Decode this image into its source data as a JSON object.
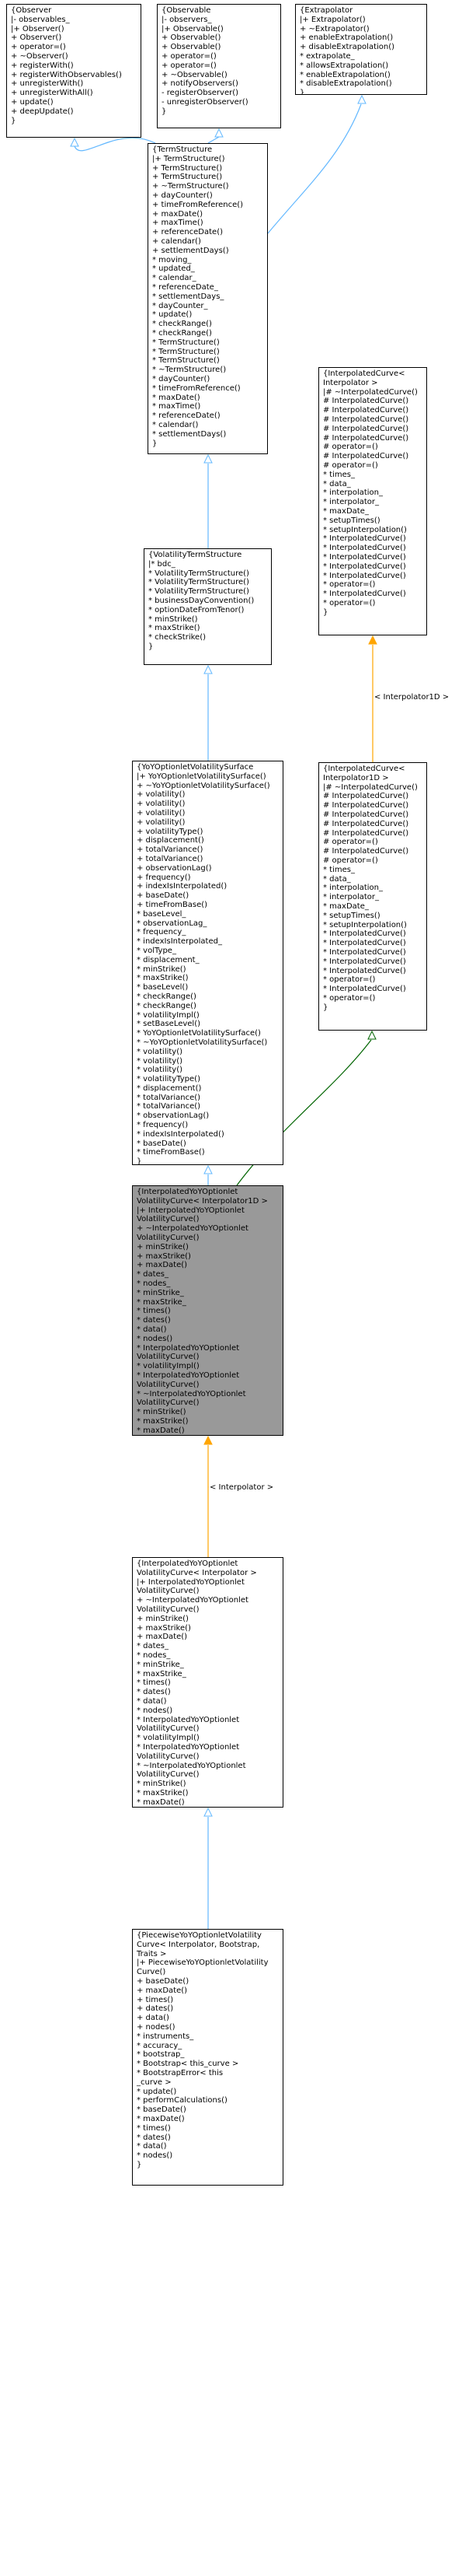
{
  "colors": {
    "inheritance": "#63B8FF",
    "template_instance": "#FFA500",
    "realization": "#006400",
    "highlight_fill": "#999999",
    "node_fill": "#FFFFFF",
    "border": "#000000"
  },
  "nodes": [
    {
      "id": "observer",
      "lines": [
        "{Observer",
        "|- observables_",
        "|+ Observer()",
        "+ Observer()",
        "+ operator=()",
        "+ ~Observer()",
        "+ registerWith()",
        "+ registerWithObservables()",
        "+ unregisterWith()",
        "+ unregisterWithAll()",
        "+ update()",
        "+ deepUpdate()",
        "}"
      ]
    },
    {
      "id": "observable",
      "lines": [
        "{Observable",
        "|- observers_",
        "|+ Observable()",
        "+ Observable()",
        "+ Observable()",
        "+ operator=()",
        "+ operator=()",
        "+ ~Observable()",
        "+ notifyObservers()",
        "- registerObserver()",
        "- unregisterObserver()",
        "}"
      ]
    },
    {
      "id": "extrapolator",
      "lines": [
        "{Extrapolator",
        "|+ Extrapolator()",
        "+ ~Extrapolator()",
        "+ enableExtrapolation()",
        "+ disableExtrapolation()",
        "* extrapolate_",
        "* allowsExtrapolation()",
        "* enableExtrapolation()",
        "* disableExtrapolation()",
        "}"
      ]
    },
    {
      "id": "termstructure",
      "lines": [
        "{TermStructure",
        "|+ TermStructure()",
        "+ TermStructure()",
        "+ TermStructure()",
        "+ ~TermStructure()",
        "+ dayCounter()",
        "+ timeFromReference()",
        "+ maxDate()",
        "+ maxTime()",
        "+ referenceDate()",
        "+ calendar()",
        "+ settlementDays()",
        "* moving_",
        "* updated_",
        "* calendar_",
        "* referenceDate_",
        "* settlementDays_",
        "* dayCounter_",
        "* update()",
        "* checkRange()",
        "* checkRange()",
        "* TermStructure()",
        "* TermStructure()",
        "* TermStructure()",
        "* ~TermStructure()",
        "* dayCounter()",
        "* timeFromReference()",
        "* maxDate()",
        "* maxTime()",
        "* referenceDate()",
        "* calendar()",
        "* settlementDays()",
        "}"
      ]
    },
    {
      "id": "volts",
      "lines": [
        "{VolatilityTermStructure",
        "|* bdc_",
        "* VolatilityTermStructure()",
        "* VolatilityTermStructure()",
        "* VolatilityTermStructure()",
        "* businessDayConvention()",
        "* optionDateFromTenor()",
        "* minStrike()",
        "* maxStrike()",
        "* checkStrike()",
        "}"
      ]
    },
    {
      "id": "yoysurface",
      "lines": [
        "{YoYOptionletVolatilitySurface",
        "|+ YoYOptionletVolatilitySurface()",
        "+ ~YoYOptionletVolatilitySurface()",
        "+ volatility()",
        "+ volatility()",
        "+ volatility()",
        "+ volatility()",
        "+ volatilityType()",
        "+ displacement()",
        "+ totalVariance()",
        "+ totalVariance()",
        "+ observationLag()",
        "+ frequency()",
        "+ indexIsInterpolated()",
        "+ baseDate()",
        "+ timeFromBase()",
        "* baseLevel_",
        "* observationLag_",
        "* frequency_",
        "* indexIsInterpolated_",
        "* volType_",
        "* displacement_",
        "* minStrike()",
        "* maxStrike()",
        "* baseLevel()",
        "* checkRange()",
        "* checkRange()",
        "* volatilityImpl()",
        "* setBaseLevel()",
        "* YoYOptionletVolatilitySurface()",
        "* ~YoYOptionletVolatilitySurface()",
        "* volatility()",
        "* volatility()",
        "* volatility()",
        "* volatilityType()",
        "* displacement()",
        "* totalVariance()",
        "* totalVariance()",
        "* observationLag()",
        "* frequency()",
        "* indexIsInterpolated()",
        "* baseDate()",
        "* timeFromBase()",
        "}"
      ]
    },
    {
      "id": "interpcurve_top",
      "lines": [
        "{InterpolatedCurve<",
        " Interpolator >",
        "|# ~InterpolatedCurve()",
        "# InterpolatedCurve()",
        "# InterpolatedCurve()",
        "# InterpolatedCurve()",
        "# InterpolatedCurve()",
        "# InterpolatedCurve()",
        "# operator=()",
        "# InterpolatedCurve()",
        "# operator=()",
        "* times_",
        "* data_",
        "* interpolation_",
        "* interpolator_",
        "* maxDate_",
        "* setupTimes()",
        "* setupInterpolation()",
        "* InterpolatedCurve()",
        "* InterpolatedCurve()",
        "* InterpolatedCurve()",
        "* InterpolatedCurve()",
        "* InterpolatedCurve()",
        "* operator=()",
        "* InterpolatedCurve()",
        "* operator=()",
        "}"
      ]
    },
    {
      "id": "interpcurve_1d",
      "lines": [
        "{InterpolatedCurve<",
        " Interpolator1D >",
        "|# ~InterpolatedCurve()",
        "# InterpolatedCurve()",
        "# InterpolatedCurve()",
        "# InterpolatedCurve()",
        "# InterpolatedCurve()",
        "# InterpolatedCurve()",
        "# operator=()",
        "# InterpolatedCurve()",
        "# operator=()",
        "* times_",
        "* data_",
        "* interpolation_",
        "* interpolator_",
        "* maxDate_",
        "* setupTimes()",
        "* setupInterpolation()",
        "* InterpolatedCurve()",
        "* InterpolatedCurve()",
        "* InterpolatedCurve()",
        "* InterpolatedCurve()",
        "* InterpolatedCurve()",
        "* operator=()",
        "* InterpolatedCurve()",
        "* operator=()",
        "}"
      ]
    },
    {
      "id": "yoycurve_1d",
      "lines": [
        "{InterpolatedYoYOptionlet",
        "VolatilityCurve< Interpolator1D >",
        "|+ InterpolatedYoYOptionlet",
        "VolatilityCurve()",
        "+ ~InterpolatedYoYOptionlet",
        "VolatilityCurve()",
        "+ minStrike()",
        "+ maxStrike()",
        "+ maxDate()",
        "* dates_",
        "* nodes_",
        "* minStrike_",
        "* maxStrike_",
        "* times()",
        "* dates()",
        "* data()",
        "* nodes()",
        "* InterpolatedYoYOptionlet",
        "VolatilityCurve()",
        "* volatilityImpl()",
        "* InterpolatedYoYOptionlet",
        "VolatilityCurve()",
        "* ~InterpolatedYoYOptionlet",
        "VolatilityCurve()",
        "* minStrike()",
        "* maxStrike()",
        "* maxDate()",
        "}"
      ]
    },
    {
      "id": "yoycurve",
      "lines": [
        "{InterpolatedYoYOptionlet",
        "VolatilityCurve< Interpolator >",
        "|+ InterpolatedYoYOptionlet",
        "VolatilityCurve()",
        "+ ~InterpolatedYoYOptionlet",
        "VolatilityCurve()",
        "+ minStrike()",
        "+ maxStrike()",
        "+ maxDate()",
        "* dates_",
        "* nodes_",
        "* minStrike_",
        "* maxStrike_",
        "* times()",
        "* dates()",
        "* data()",
        "* nodes()",
        "* InterpolatedYoYOptionlet",
        "VolatilityCurve()",
        "* volatilityImpl()",
        "* InterpolatedYoYOptionlet",
        "VolatilityCurve()",
        "* ~InterpolatedYoYOptionlet",
        "VolatilityCurve()",
        "* minStrike()",
        "* maxStrike()",
        "* maxDate()",
        "}"
      ]
    },
    {
      "id": "piecewise",
      "lines": [
        "{PiecewiseYoYOptionletVolatility",
        "Curve< Interpolator, Bootstrap,",
        " Traits >",
        "|+ PiecewiseYoYOptionletVolatility",
        "Curve()",
        "+ baseDate()",
        "+ maxDate()",
        "+ times()",
        "+ dates()",
        "+ data()",
        "+ nodes()",
        "* instruments_",
        "* accuracy_",
        "* bootstrap_",
        "* Bootstrap< this_curve >",
        "* BootstrapError< this",
        "_curve >",
        "* update()",
        "* performCalculations()",
        "* baseDate()",
        "* maxDate()",
        "* times()",
        "* dates()",
        "* data()",
        "* nodes()",
        "}"
      ]
    }
  ],
  "edge_labels": {
    "interpolator1d": "< Interpolator1D >",
    "interpolator": "< Interpolator >"
  }
}
